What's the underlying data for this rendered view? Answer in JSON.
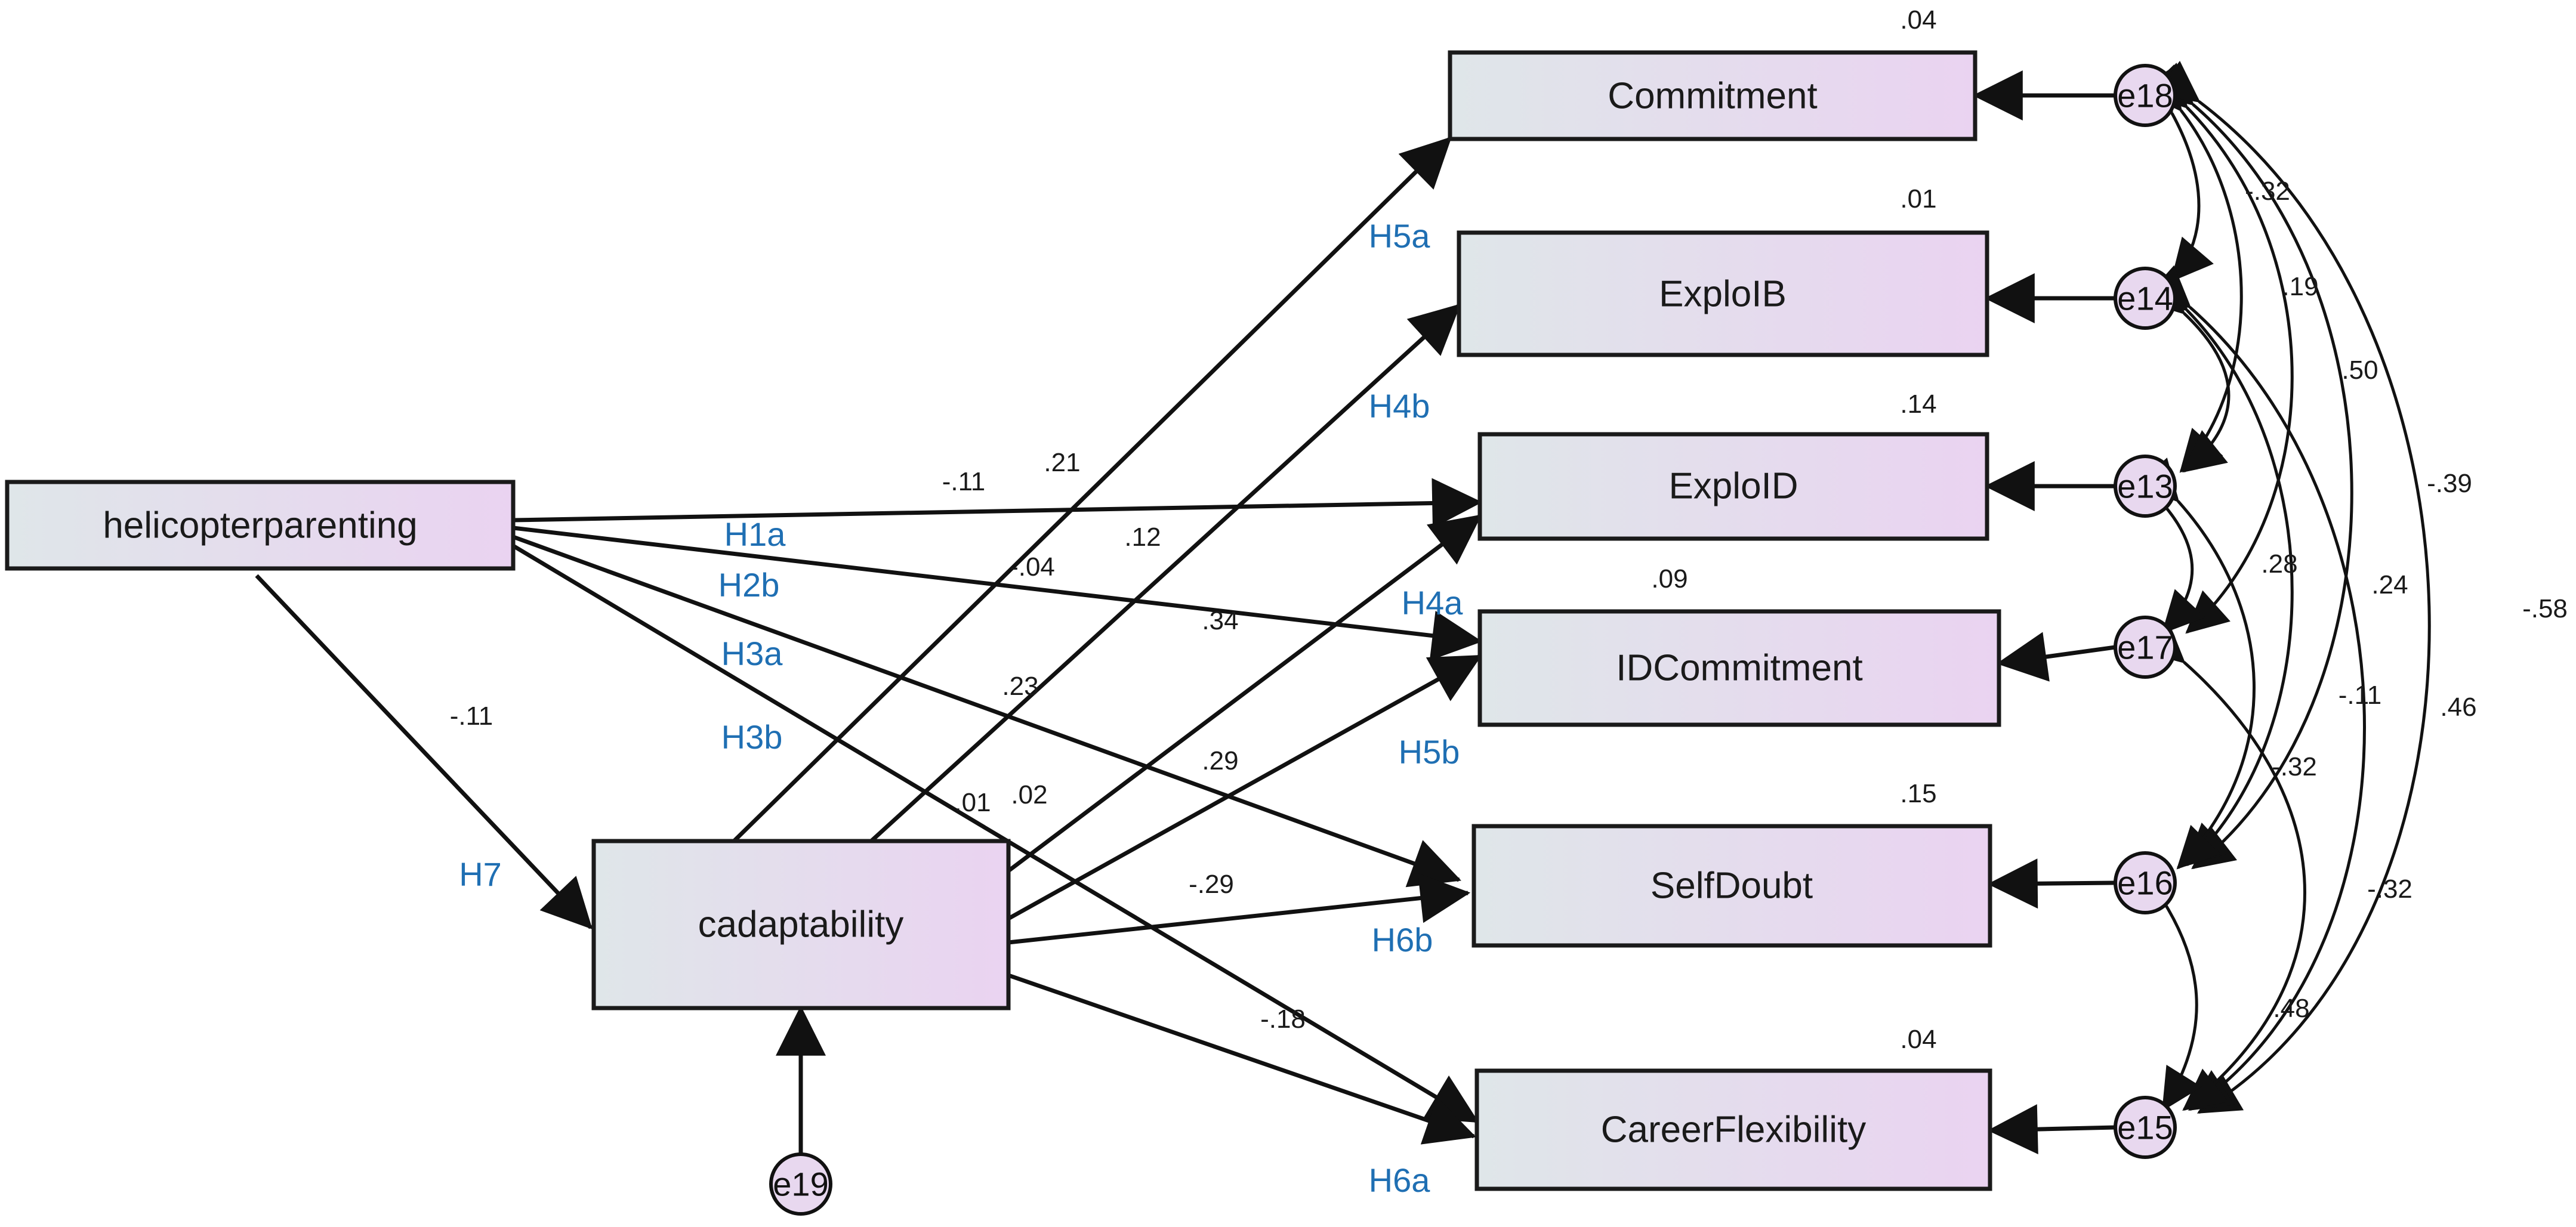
{
  "variables": {
    "helicopterparenting": "helicopterparenting",
    "cadaptability": "cadaptability",
    "commitment": "Commitment",
    "exploib": "ExploIB",
    "exploid": "ExploID",
    "idcommitment": "IDCommitment",
    "selfdoubt": "SelfDoubt",
    "careerflexibility": "CareerFlexibility"
  },
  "r_squared": {
    "commitment": ".04",
    "exploib": ".01",
    "exploid": ".14",
    "idcommitment": ".09",
    "selfdoubt": ".15",
    "careerflexibility": ".04"
  },
  "errors": {
    "e18": "e18",
    "e14": "e14",
    "e13": "e13",
    "e17": "e17",
    "e16": "e16",
    "e15": "e15",
    "e19": "e19"
  },
  "path_coefficients": {
    "hp_exploid": "-.11",
    "cad_commitment": ".21",
    "hp_idcommitment": "-.04",
    "cad_exploib": ".12",
    "hp_selfdoubt": ".23",
    "cad_exploid": ".34",
    "hp_careerflex": ".01",
    "cad_idcommitment": ".29",
    "hp_cad": "-.11",
    "cad_selfdoubt": "-.29",
    "cad_careerflex": "-.18",
    "unlabeled": ".02"
  },
  "hypotheses": {
    "h1a": "H1a",
    "h2b": "H2b",
    "h3a": "H3a",
    "h3b": "H3b",
    "h7": "H7",
    "h5a": "H5a",
    "h4b": "H4b",
    "h4a": "H4a",
    "h5b": "H5b",
    "h6b": "H6b",
    "h6a": "H6a"
  },
  "correlations": {
    "c1": "-.32",
    "c2": ".19",
    "c3": ".50",
    "c4": "-.39",
    "c5": "-.58",
    "c6": ".28",
    "c7": ".24",
    "c8": "-.11",
    "c9": ".46",
    "c10": "-.32",
    "c11": "-.32",
    "c12": ".48"
  },
  "colors": {
    "box_gradient_start": "#dfe6e9",
    "box_gradient_end": "#ead3f1",
    "error_fill": "#e8d8ef",
    "hypothesis_text": "#1f6fb3"
  }
}
